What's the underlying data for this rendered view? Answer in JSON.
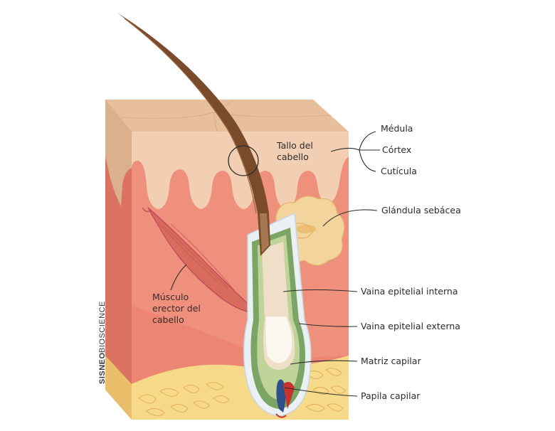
{
  "labels": {
    "hair_shaft": [
      "Tallo del",
      "cabello"
    ],
    "medulla": "Médula",
    "cortex": "Córtex",
    "cuticle": "Cutícula",
    "sebaceous_gland": "Glándula sebácea",
    "arrector_muscle": [
      "Músculo",
      "erector del",
      "cabello"
    ],
    "inner_sheath": "Vaina epitelial interna",
    "outer_sheath": "Vaina epitelial externa",
    "matrix": "Matriz capilar",
    "papilla": "Papila capilar"
  },
  "watermark": {
    "part1": "SISNEO",
    "part2": "BIOSCIENCE"
  },
  "colors": {
    "epidermis_top": "#e9c3a3",
    "epidermis": "#f1cdb0",
    "dermis": "#ee8f7c",
    "dermis_deep": "#e97866",
    "dermis_side": "#d9705e",
    "fat": "#f7d98a",
    "fat_line": "#e2b659",
    "hair": "#7a4b2a",
    "inner_sheath": "#b8c98e",
    "outer_sheath": "#6e9a5a",
    "follicle_outline": "#c9d6df",
    "matrix": "#f5ede2",
    "gland": "#f0d29a",
    "muscle": "#d86a5e",
    "blood_red": "#c8332d",
    "blood_blue": "#2d4f8a"
  }
}
